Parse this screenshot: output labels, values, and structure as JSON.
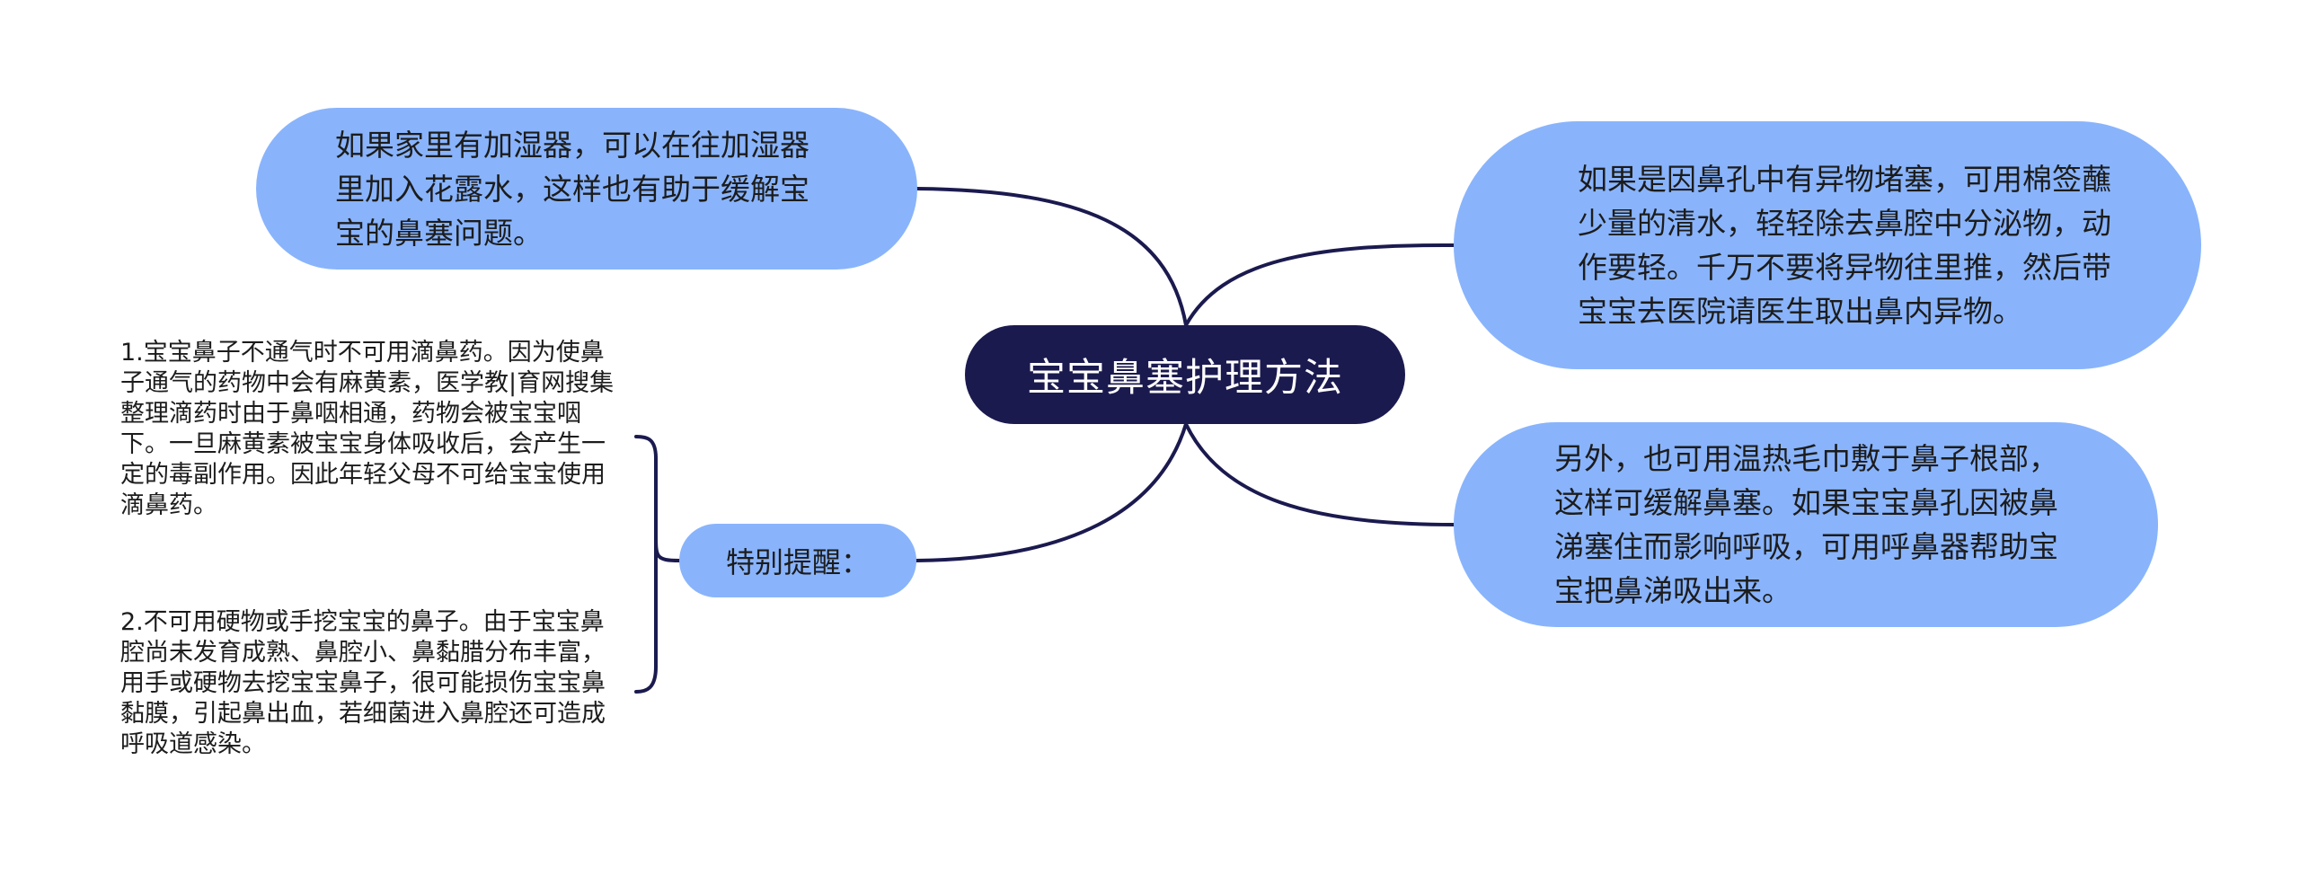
{
  "central_topic": "宝宝鼻塞护理方法",
  "branches": {
    "humidifier": "如果家里有加湿器，可以在往加湿器里加入花露水，这样也有助于缓解宝宝的鼻塞问题。",
    "foreign_object": "如果是因鼻孔中有异物堵塞，可用棉签蘸少量的清水，轻轻除去鼻腔中分泌物，动作要轻。千万不要将异物往里推，然后带宝宝去医院请医生取出鼻内异物。",
    "warm_towel": "另外，也可用温热毛巾敷于鼻子根部，这样可缓解鼻塞。如果宝宝鼻孔因被鼻涕塞住而影响呼吸，可用呼鼻器帮助宝宝把鼻涕吸出来。",
    "reminder": {
      "label": "特别提醒：",
      "notes": [
        "1.宝宝鼻子不通气时不可用滴鼻药。因为使鼻子通气的药物中会有麻黄素，医学教|育网搜集整理滴药时由于鼻咽相通，药物会被宝宝咽下。一旦麻黄素被宝宝身体吸收后，会产生一定的毒副作用。因此年轻父母不可给宝宝使用滴鼻药。",
        "2.不可用硬物或手挖宝宝的鼻子。由于宝宝鼻腔尚未发育成熟、鼻腔小、鼻黏腊分布丰富，用手或硬物去挖宝宝鼻子，很可能损伤宝宝鼻黏膜，引起鼻出血，若细菌进入鼻腔还可造成呼吸道感染。"
      ]
    }
  },
  "colors": {
    "central_fill": "#1b1a4f",
    "bubble_fill": "#89b4fc",
    "connector": "#1b1a4f",
    "text": "#1c1c1c"
  }
}
